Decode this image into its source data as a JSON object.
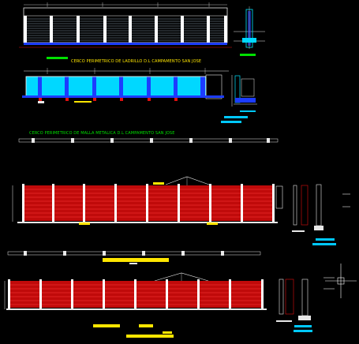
{
  "app": {
    "type": "cad-drawing-viewport",
    "background": "#000000"
  },
  "titles": {
    "brick_fence": "CERCO PERIMETRICO DE LADRILLO D.L CAMPAMENTO SAN JOSE",
    "mesh_fence": "CERCO PERIMETRICO DE MALLA METALICA D.L CAMPAMENTO SAN JOSE",
    "mesh_section_note": "SAN JOSE"
  },
  "colors": {
    "line_white": "#e8e8e8",
    "line_cyan": "#00e5ff",
    "fill_cyan": "#00d8ff",
    "fill_blue": "#1c3cff",
    "mesh_red": "#e01010",
    "label_yellow": "#ffe600",
    "label_green": "#00e000",
    "accent_cyan_bar": "#00c8ff"
  },
  "icons": {
    "cursor": "crosshair-cursor-icon"
  }
}
